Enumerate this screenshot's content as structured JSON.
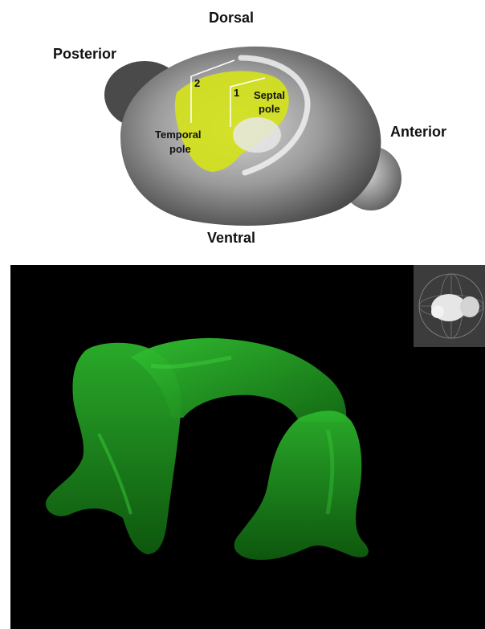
{
  "top_figure": {
    "orientation_labels": {
      "dorsal": "Dorsal",
      "ventral": "Ventral",
      "posterior": "Posterior",
      "anterior": "Anterior"
    },
    "region_labels": {
      "temporal_line1": "Temporal",
      "temporal_line2": "pole",
      "septal_line1": "Septal",
      "septal_line2": "pole"
    },
    "markers": [
      "2",
      "1"
    ],
    "colors": {
      "hippocampus_highlight": "#d4e21c",
      "brain_surface": "#8a8a8a"
    }
  },
  "bottom_figure": {
    "colors": {
      "background": "#000000",
      "hippocampus_3d": "#1e9a1e"
    },
    "orientation_widget": "brain-orientation-sphere"
  }
}
